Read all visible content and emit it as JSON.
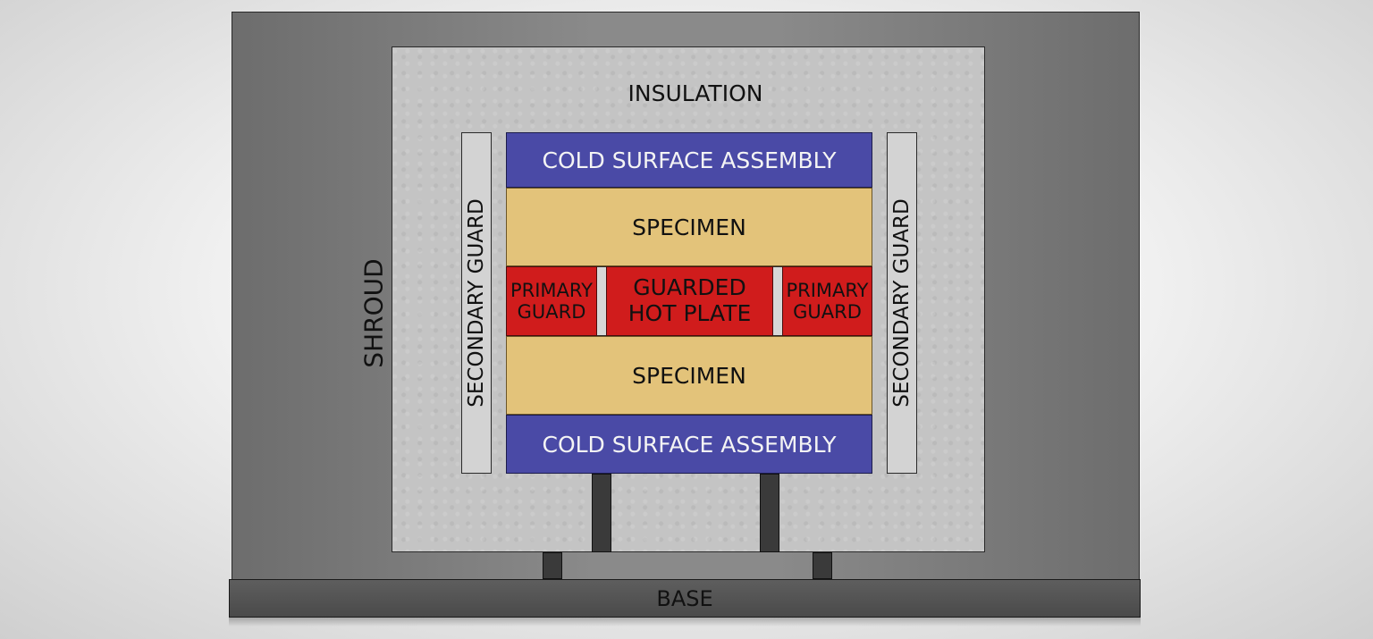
{
  "labels": {
    "shroud": "SHROUD",
    "insulation": "INSULATION",
    "secondary_guard_left": "SECONDARY GUARD",
    "secondary_guard_right": "SECONDARY GUARD",
    "cold_surface_top": "COLD SURFACE ASSEMBLY",
    "specimen_top": "SPECIMEN",
    "primary_guard_left": [
      "PRIMARY",
      "GUARD"
    ],
    "hot_plate": [
      "GUARDED",
      "HOT PLATE"
    ],
    "primary_guard_right": [
      "PRIMARY",
      "GUARD"
    ],
    "specimen_bottom": "SPECIMEN",
    "cold_surface_bottom": "COLD SURFACE ASSEMBLY",
    "base": "BASE"
  },
  "colors": {
    "cold_surface": "#4a4aa6",
    "specimen": "#e3c37a",
    "hot_plate": "#d01c1c",
    "insulation": "#c4c4c4",
    "shroud": "#7f7f7f",
    "secondary_guard": "#d3d3d3",
    "base": "#505050"
  }
}
